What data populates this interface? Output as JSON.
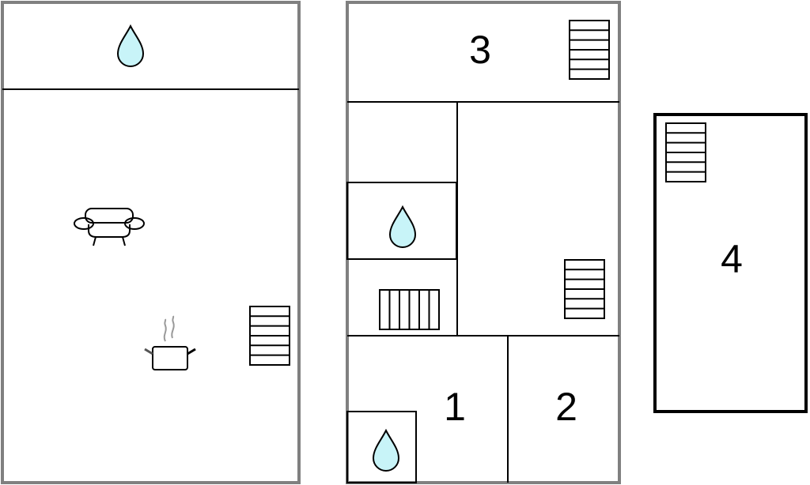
{
  "colors": {
    "water": "#c8f4f8",
    "outer_wall": "#808080",
    "inner_wall": "#000000"
  },
  "buildings": [
    {
      "name": "left-building",
      "icons": [
        "water-drop-icon",
        "sofa-icon",
        "cooking-pot-icon",
        "stairs-icon"
      ]
    },
    {
      "name": "middle-building",
      "rooms": [
        {
          "label": "3"
        },
        {
          "label": "1"
        },
        {
          "label": "2"
        }
      ],
      "icons": [
        "water-drop-icon",
        "water-drop-icon",
        "stairs-icon",
        "stairs-icon",
        "radiator-icon"
      ]
    },
    {
      "name": "right-building",
      "rooms": [
        {
          "label": "4"
        }
      ],
      "icons": [
        "stairs-icon"
      ]
    }
  ]
}
